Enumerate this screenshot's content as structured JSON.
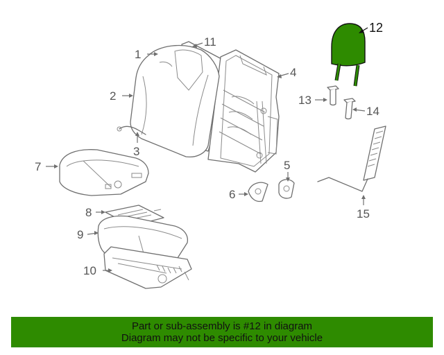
{
  "diagram": {
    "callouts": {
      "c1": "1",
      "c2": "2",
      "c3": "3",
      "c4": "4",
      "c5": "5",
      "c6": "6",
      "c7": "7",
      "c8": "8",
      "c9": "9",
      "c10": "10",
      "c11": "11",
      "c12": "12",
      "c13": "13",
      "c14": "14",
      "c15": "15"
    },
    "highlight_part": "12",
    "highlight_color": "#2e8b00"
  },
  "banner": {
    "line1": "Part or sub-assembly is #12 in diagram",
    "line2": "Diagram may not be specific to your vehicle",
    "background": "#2e8b00"
  }
}
